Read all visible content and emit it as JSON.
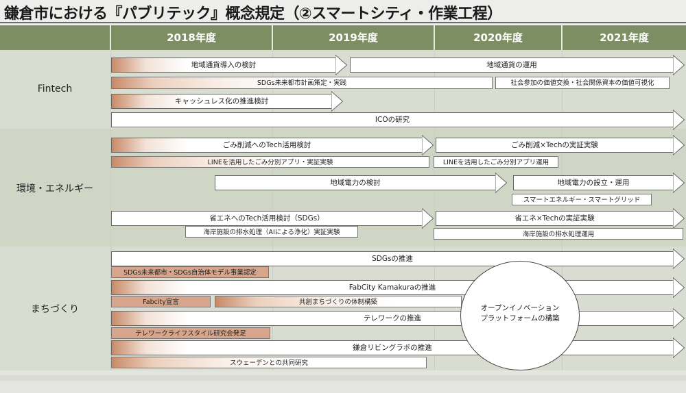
{
  "title": "鎌倉市における『パブリテック』概念規定（②スマートシティ・作業工程）",
  "years": [
    "2018年度",
    "2019年度",
    "2020年度",
    "2021年度"
  ],
  "categories": {
    "fintech": "Fintech",
    "env": "環境・エネルギー",
    "town": "まちづくり"
  },
  "tasks": {
    "local_currency_study": "地域通貨導入の検討",
    "local_currency_operation": "地域通貨の運用",
    "sdgs_plan": "SDGs未来都市計画策定・実践",
    "social_value": "社会参加の価値交換・社会関係資本の価値可視化",
    "cashless": "キャッシュレス化の推進検討",
    "ico": "ICOの研究",
    "waste_tech_study": "ごみ削減へのTech活用検討",
    "waste_tech_demo": "ごみ削減×Techの実証実験",
    "line_waste_demo": "LINEを活用したごみ分別アプリ・実証実験",
    "line_waste_operation": "LINEを活用したごみ分別アプリ運用",
    "local_power_study": "地域電力の検討",
    "local_power_setup": "地域電力の設立・運用",
    "smart_grid": "スマートエネルギー・スマートグリッド",
    "energy_tech_study": "省エネへのTech活用検討（SDGs）",
    "energy_tech_demo": "省エネ×Techの実証実験",
    "coastal_ai_demo": "海岸施設の排水処理（AIによる浄化）実証実験",
    "coastal_operation": "海岸施設の排水処理運用",
    "sdgs_promotion": "SDGsの推進",
    "sdgs_model": "SDGs未来都市・SDGs自治体モデル事業認定",
    "fabcity_promotion": "FabCity Kamakuraの推進",
    "fabcity_declaration": "Fabcity宣言",
    "cocreation": "共創まちづくりの体制構築",
    "telework": "テレワークの推進",
    "telework_study_group": "テレワークライフスタイル研究会発足",
    "living_lab": "鎌倉リビングラボの推進",
    "sweden": "スウェーデンとの共同研究"
  },
  "platform": {
    "line1": "オープンイノベーション",
    "line2": "プラットフォームの構築"
  }
}
